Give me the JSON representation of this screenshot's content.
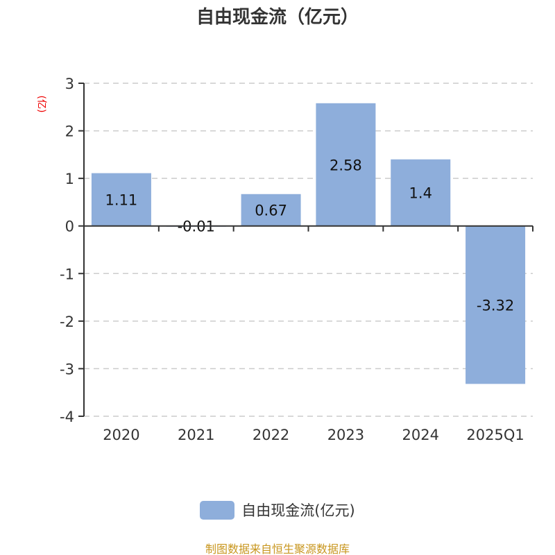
{
  "chart_data": {
    "type": "bar",
    "title": "自由现金流（亿元）",
    "ylabel": "(亿)",
    "xlabel": "",
    "categories": [
      "2020",
      "2021",
      "2022",
      "2023",
      "2024",
      "2025Q1"
    ],
    "values": [
      1.11,
      -0.01,
      0.67,
      2.58,
      1.4,
      -3.32
    ],
    "ylim": [
      -4,
      3
    ],
    "yticks": [
      3,
      2,
      1,
      0,
      -1,
      -2,
      -3,
      -4
    ],
    "grid": true,
    "legend": {
      "label": "自由现金流(亿元)",
      "placement": "bottom"
    },
    "color": "#8eaedb"
  },
  "source": "制图数据来自恒生聚源数据库"
}
